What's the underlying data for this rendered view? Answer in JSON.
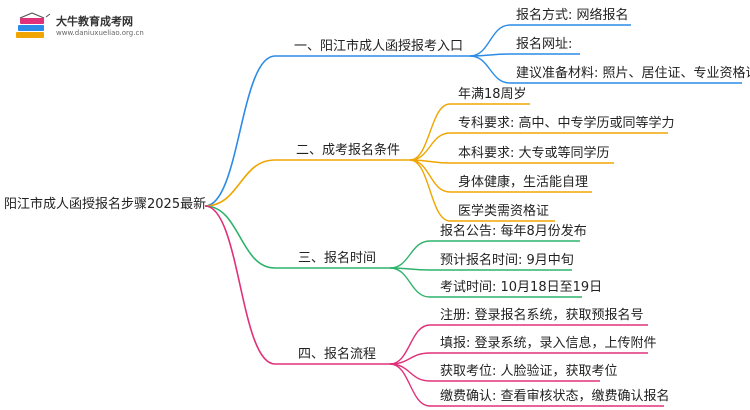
{
  "logo": {
    "name": "大牛教育成考网",
    "url": "www.daniuxueliao.org.cn"
  },
  "root": "阳江市成人函授报名步骤2025最新",
  "colors": {
    "b1": "#2b8be6",
    "b2": "#f0a500",
    "b3": "#2fb36b",
    "b4": "#e0307a"
  },
  "branches": [
    {
      "label": "一、阳江市成人函授报考入口",
      "leaves": [
        "报名方式: 网络报名",
        "报名网址:",
        "建议准备材料: 照片、居住证、专业资格证"
      ]
    },
    {
      "label": "二、成考报名条件",
      "leaves": [
        "年满18周岁",
        "专科要求: 高中、中专学历或同等学力",
        "本科要求: 大专或等同学历",
        "身体健康，生活能自理",
        "医学类需资格证"
      ]
    },
    {
      "label": "三、报名时间",
      "leaves": [
        "报名公告: 每年8月份发布",
        "预计报名时间: 9月中旬",
        "考试时间: 10月18日至19日"
      ]
    },
    {
      "label": "四、报名流程",
      "leaves": [
        "注册: 登录报名系统，获取预报名号",
        "填报: 登录系统，录入信息，上传附件",
        "获取考位: 人脸验证，获取考位",
        "缴费确认: 查看审核状态，缴费确认报名"
      ]
    }
  ]
}
